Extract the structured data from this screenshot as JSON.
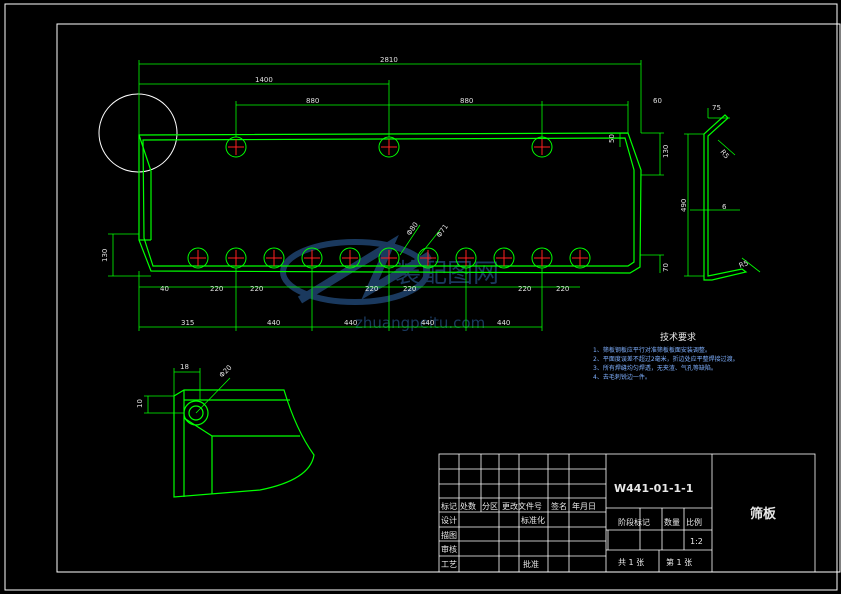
{
  "drawing": {
    "main_dims": {
      "overall": "2810",
      "d1400": "1400",
      "d880a": "880",
      "d880b": "880",
      "d60": "60",
      "d50": "50",
      "d130r": "130",
      "d130l": "130",
      "d70": "70",
      "d40": "40",
      "d220a": "220",
      "d220b": "220",
      "d220c": "220",
      "d220d": "220",
      "d220e": "220",
      "d220f": "220",
      "d315": "315",
      "d440a": "440",
      "d440b": "440",
      "d440c": "440",
      "d440d": "440",
      "phi80": "Φ80",
      "phi71": "Φ71"
    },
    "side_dims": {
      "d75": "75",
      "r": "R5",
      "d490": "490",
      "d6": "6",
      "r25": "R5"
    },
    "detail_dims": {
      "d18": "18",
      "d10": "10",
      "phi": "Φ20"
    },
    "tech": {
      "title": "技术要求",
      "items": [
        "1、筛板钢板应平行对准筛板板面安装调整。",
        "2、平面度误差不超过2毫米，折边处应平整焊接过渡。",
        "3、所有焊缝均匀焊透，无夹渣、气孔等缺陷。",
        "4、去毛刺锐边一件。"
      ]
    },
    "watermark": {
      "text": "装配图网",
      "url": "zhuangpeitu.com"
    },
    "title_block": {
      "drawing_no": "W441-01-1-1",
      "part_name": "筛板",
      "h_mark": "标记",
      "h_count": "处数",
      "h_zone": "分区",
      "h_docno": "更改文件号",
      "h_sign": "签名",
      "h_date": "年月日",
      "design": "设计",
      "standard": "标准化",
      "drawing": "描图",
      "check": "审核",
      "process": "工艺",
      "approve": "批准",
      "stage": "阶段标记",
      "qty": "数量",
      "scale": "比例",
      "scale_val": "1:2",
      "sheets": "共 1 张",
      "sheet_no": "第 1 张"
    }
  },
  "colors": {
    "part": "#00ff00",
    "frame": "#ffffff",
    "dim": "#ffffff",
    "center": "#ff2020",
    "tech_text": "#3399ff"
  }
}
